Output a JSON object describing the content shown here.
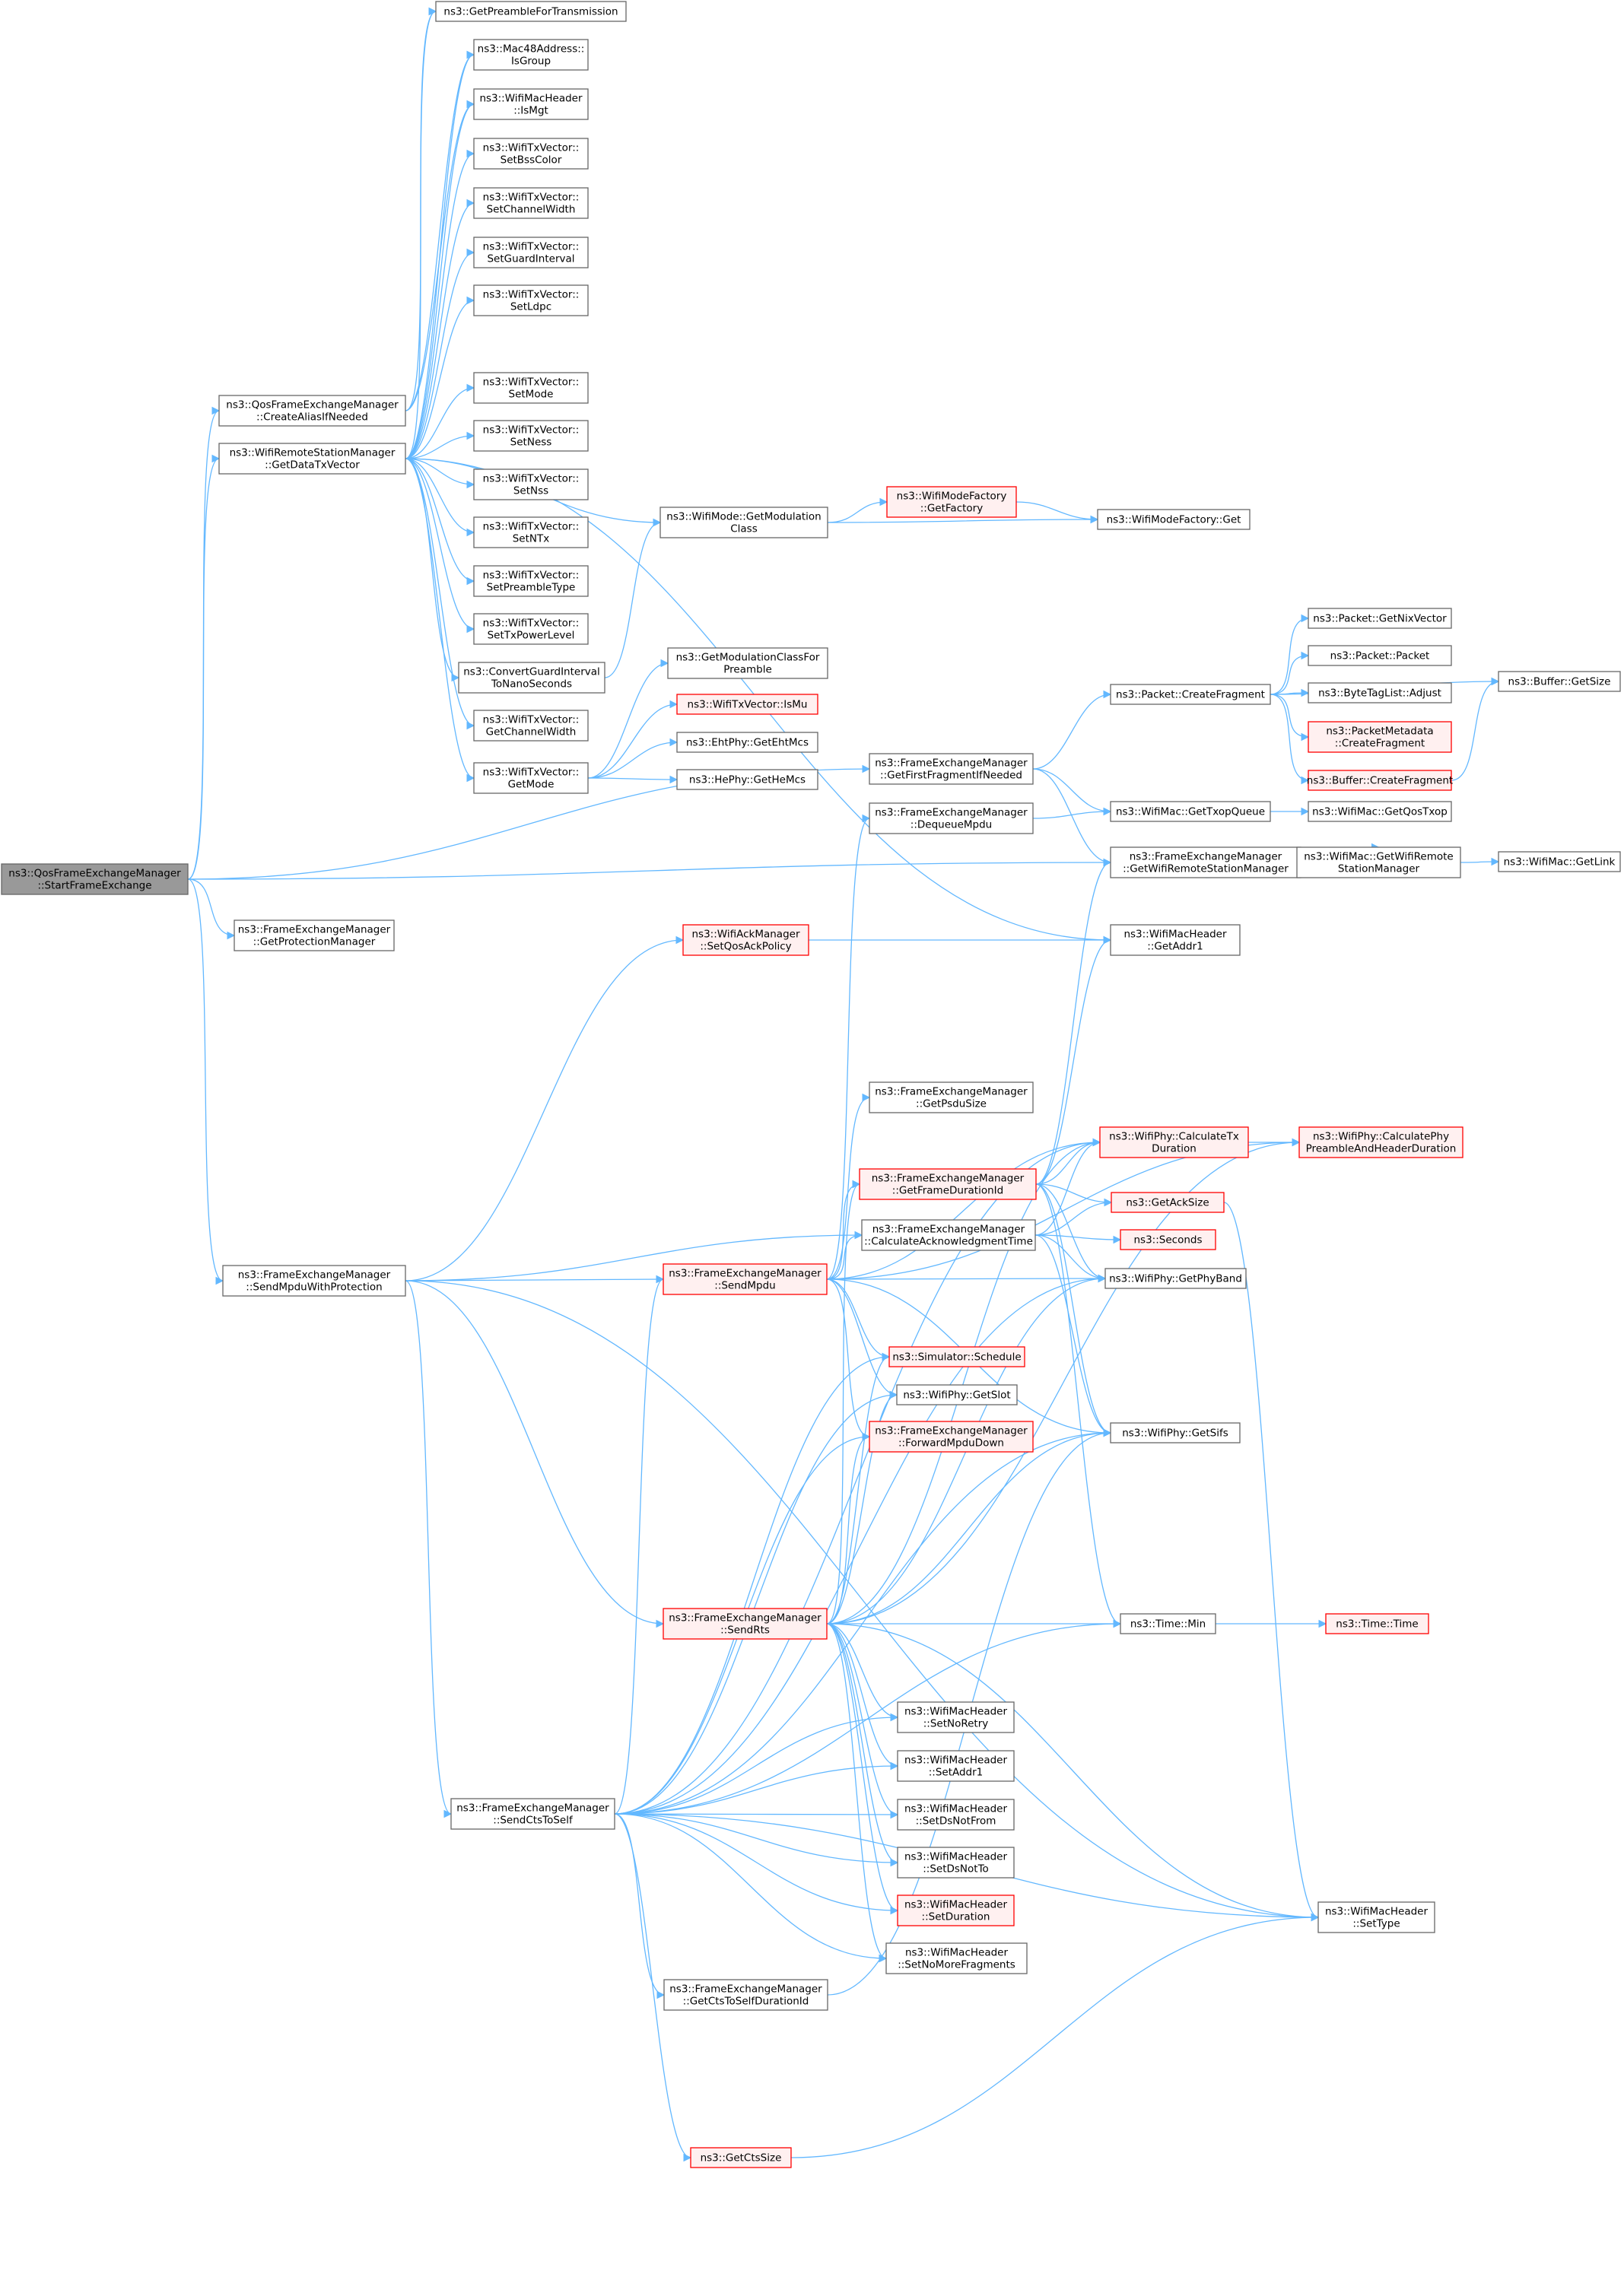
{
  "diagram": {
    "type": "call-graph",
    "colors": {
      "edge": "#63b8ff",
      "node_border": "#666666",
      "root_fill": "#999999",
      "truncated_border": "#ff0000",
      "background": "#ffffff"
    },
    "nodes": [
      {
        "id": "n0",
        "lines": [
          "ns3::QosFrameExchangeManager",
          "::StartFrameExchange"
        ],
        "root": true
      },
      {
        "id": "n1",
        "lines": [
          "ns3::QosFrameExchangeManager",
          "::CreateAliasIfNeeded"
        ]
      },
      {
        "id": "n2",
        "lines": [
          "ns3::WifiRemoteStationManager",
          "::GetDataTxVector"
        ]
      },
      {
        "id": "n3",
        "lines": [
          "ns3::FrameExchangeManager",
          "::GetFirstFragmentIfNeeded"
        ]
      },
      {
        "id": "n4",
        "lines": [
          "ns3::FrameExchangeManager",
          "::GetWifiRemoteStationManager"
        ]
      },
      {
        "id": "n5",
        "lines": [
          "ns3::FrameExchangeManager",
          "::GetProtectionManager"
        ]
      },
      {
        "id": "n6",
        "lines": [
          "ns3::FrameExchangeManager",
          "::SendMpduWithProtection"
        ]
      },
      {
        "id": "n7",
        "lines": [
          "ns3::GetPreambleForTransmission"
        ]
      },
      {
        "id": "n8",
        "lines": [
          "ns3::Mac48Address::",
          "IsGroup"
        ]
      },
      {
        "id": "n9",
        "lines": [
          "ns3::WifiMacHeader",
          "::IsMgt"
        ]
      },
      {
        "id": "n10",
        "lines": [
          "ns3::WifiTxVector::",
          "SetBssColor"
        ]
      },
      {
        "id": "n11",
        "lines": [
          "ns3::WifiTxVector::",
          "SetChannelWidth"
        ]
      },
      {
        "id": "n12",
        "lines": [
          "ns3::WifiTxVector::",
          "SetGuardInterval"
        ]
      },
      {
        "id": "n13",
        "lines": [
          "ns3::WifiTxVector::",
          "SetLdpc"
        ]
      },
      {
        "id": "n14",
        "lines": [
          "ns3::WifiTxVector::",
          "SetMode"
        ]
      },
      {
        "id": "n15",
        "lines": [
          "ns3::WifiTxVector::",
          "SetNess"
        ]
      },
      {
        "id": "n16",
        "lines": [
          "ns3::WifiTxVector::",
          "SetNss"
        ]
      },
      {
        "id": "n17",
        "lines": [
          "ns3::WifiTxVector::",
          "SetNTx"
        ]
      },
      {
        "id": "n18",
        "lines": [
          "ns3::WifiTxVector::",
          "SetPreambleType"
        ]
      },
      {
        "id": "n19",
        "lines": [
          "ns3::WifiTxVector::",
          "SetTxPowerLevel"
        ]
      },
      {
        "id": "n20",
        "lines": [
          "ns3::ConvertGuardInterval",
          "ToNanoSeconds"
        ]
      },
      {
        "id": "n21",
        "lines": [
          "ns3::WifiTxVector::",
          "GetChannelWidth"
        ]
      },
      {
        "id": "n22",
        "lines": [
          "ns3::WifiTxVector::",
          "GetMode"
        ]
      },
      {
        "id": "n23",
        "lines": [
          "ns3::WifiMode::GetModulation",
          "Class"
        ]
      },
      {
        "id": "n24",
        "lines": [
          "ns3::WifiModeFactory",
          "::GetFactory"
        ],
        "truncated": true
      },
      {
        "id": "n25",
        "lines": [
          "ns3::WifiModeFactory::Get"
        ]
      },
      {
        "id": "n26",
        "lines": [
          "ns3::GetModulationClassFor",
          "Preamble"
        ]
      },
      {
        "id": "n27",
        "lines": [
          "ns3::WifiTxVector::IsMu"
        ],
        "truncated": true
      },
      {
        "id": "n28",
        "lines": [
          "ns3::EhtPhy::GetEhtMcs"
        ]
      },
      {
        "id": "n29",
        "lines": [
          "ns3::HePhy::GetHeMcs"
        ]
      },
      {
        "id": "n30",
        "lines": [
          "ns3::Packet::CreateFragment"
        ]
      },
      {
        "id": "n31",
        "lines": [
          "ns3::Packet::GetNixVector"
        ]
      },
      {
        "id": "n32",
        "lines": [
          "ns3::Packet::Packet"
        ]
      },
      {
        "id": "n33",
        "lines": [
          "ns3::ByteTagList::Adjust"
        ]
      },
      {
        "id": "n34",
        "lines": [
          "ns3::PacketMetadata",
          "::CreateFragment"
        ],
        "truncated": true
      },
      {
        "id": "n35",
        "lines": [
          "ns3::Buffer::CreateFragment"
        ],
        "truncated": true
      },
      {
        "id": "n36",
        "lines": [
          "ns3::Buffer::GetSize"
        ]
      },
      {
        "id": "n37",
        "lines": [
          "ns3::FrameExchangeManager",
          "::DequeueMpdu"
        ]
      },
      {
        "id": "n38",
        "lines": [
          "ns3::WifiMac::GetTxopQueue"
        ]
      },
      {
        "id": "n39",
        "lines": [
          "ns3::WifiMac::GetQosTxop"
        ]
      },
      {
        "id": "n40",
        "lines": [
          "ns3::WifiMac::GetWifiRemote",
          "StationManager"
        ]
      },
      {
        "id": "n41",
        "lines": [
          "ns3::WifiMac::GetLink"
        ]
      },
      {
        "id": "n42",
        "lines": [
          "ns3::WifiAckManager",
          "::SetQosAckPolicy"
        ],
        "truncated": true
      },
      {
        "id": "n43",
        "lines": [
          "ns3::WifiMacHeader",
          "::GetAddr1"
        ]
      },
      {
        "id": "n44",
        "lines": [
          "ns3::FrameExchangeManager",
          "::GetPsduSize"
        ]
      },
      {
        "id": "n45",
        "lines": [
          "ns3::WifiPhy::CalculateTx",
          "Duration"
        ],
        "truncated": true
      },
      {
        "id": "n46",
        "lines": [
          "ns3::WifiPhy::CalculatePhy",
          "PreambleAndHeaderDuration"
        ],
        "truncated": true
      },
      {
        "id": "n47",
        "lines": [
          "ns3::FrameExchangeManager",
          "::GetFrameDurationId"
        ],
        "truncated": true
      },
      {
        "id": "n48",
        "lines": [
          "ns3::GetAckSize"
        ],
        "truncated": true
      },
      {
        "id": "n49",
        "lines": [
          "ns3::FrameExchangeManager",
          "::CalculateAcknowledgmentTime"
        ]
      },
      {
        "id": "n50",
        "lines": [
          "ns3::Seconds"
        ],
        "truncated": true
      },
      {
        "id": "n51",
        "lines": [
          "ns3::FrameExchangeManager",
          "::SendMpdu"
        ],
        "truncated": true
      },
      {
        "id": "n52",
        "lines": [
          "ns3::WifiPhy::GetPhyBand"
        ]
      },
      {
        "id": "n53",
        "lines": [
          "ns3::Simulator::Schedule"
        ],
        "truncated": true
      },
      {
        "id": "n54",
        "lines": [
          "ns3::WifiPhy::GetSlot"
        ]
      },
      {
        "id": "n55",
        "lines": [
          "ns3::FrameExchangeManager",
          "::ForwardMpduDown"
        ],
        "truncated": true
      },
      {
        "id": "n56",
        "lines": [
          "ns3::WifiPhy::GetSifs"
        ]
      },
      {
        "id": "n57",
        "lines": [
          "ns3::FrameExchangeManager",
          "::SendRts"
        ],
        "truncated": true
      },
      {
        "id": "n58",
        "lines": [
          "ns3::Time::Min"
        ]
      },
      {
        "id": "n59",
        "lines": [
          "ns3::Time::Time"
        ],
        "truncated": true
      },
      {
        "id": "n60",
        "lines": [
          "ns3::WifiMacHeader",
          "::SetNoRetry"
        ]
      },
      {
        "id": "n61",
        "lines": [
          "ns3::WifiMacHeader",
          "::SetAddr1"
        ]
      },
      {
        "id": "n62",
        "lines": [
          "ns3::FrameExchangeManager",
          "::SendCtsToSelf"
        ]
      },
      {
        "id": "n63",
        "lines": [
          "ns3::WifiMacHeader",
          "::SetDsNotFrom"
        ]
      },
      {
        "id": "n64",
        "lines": [
          "ns3::WifiMacHeader",
          "::SetDsNotTo"
        ]
      },
      {
        "id": "n65",
        "lines": [
          "ns3::WifiMacHeader",
          "::SetDuration"
        ],
        "truncated": true
      },
      {
        "id": "n66",
        "lines": [
          "ns3::WifiMacHeader",
          "::SetType"
        ]
      },
      {
        "id": "n67",
        "lines": [
          "ns3::WifiMacHeader",
          "::SetNoMoreFragments"
        ]
      },
      {
        "id": "n68",
        "lines": [
          "ns3::FrameExchangeManager",
          "::GetCtsToSelfDurationId"
        ]
      },
      {
        "id": "n69",
        "lines": [
          "ns3::GetCtsSize"
        ],
        "truncated": true
      }
    ],
    "edges": [
      [
        "n0",
        "n1"
      ],
      [
        "n0",
        "n2"
      ],
      [
        "n0",
        "n3"
      ],
      [
        "n0",
        "n4"
      ],
      [
        "n0",
        "n5"
      ],
      [
        "n0",
        "n6"
      ],
      [
        "n1",
        "n7"
      ],
      [
        "n1",
        "n8"
      ],
      [
        "n1",
        "n9"
      ],
      [
        "n2",
        "n7"
      ],
      [
        "n2",
        "n8"
      ],
      [
        "n2",
        "n9"
      ],
      [
        "n2",
        "n10"
      ],
      [
        "n2",
        "n11"
      ],
      [
        "n2",
        "n12"
      ],
      [
        "n2",
        "n13"
      ],
      [
        "n2",
        "n14"
      ],
      [
        "n2",
        "n15"
      ],
      [
        "n2",
        "n16"
      ],
      [
        "n2",
        "n17"
      ],
      [
        "n2",
        "n18"
      ],
      [
        "n2",
        "n19"
      ],
      [
        "n2",
        "n20"
      ],
      [
        "n2",
        "n21"
      ],
      [
        "n2",
        "n22"
      ],
      [
        "n2",
        "n23"
      ],
      [
        "n2",
        "n43"
      ],
      [
        "n20",
        "n23"
      ],
      [
        "n22",
        "n26"
      ],
      [
        "n22",
        "n27"
      ],
      [
        "n22",
        "n28"
      ],
      [
        "n22",
        "n29"
      ],
      [
        "n23",
        "n24"
      ],
      [
        "n23",
        "n25"
      ],
      [
        "n24",
        "n25"
      ],
      [
        "n3",
        "n30"
      ],
      [
        "n3",
        "n38"
      ],
      [
        "n3",
        "n4"
      ],
      [
        "n30",
        "n31"
      ],
      [
        "n30",
        "n32"
      ],
      [
        "n30",
        "n33"
      ],
      [
        "n30",
        "n34"
      ],
      [
        "n30",
        "n35"
      ],
      [
        "n30",
        "n36"
      ],
      [
        "n35",
        "n36"
      ],
      [
        "n37",
        "n38"
      ],
      [
        "n38",
        "n39"
      ],
      [
        "n4",
        "n40"
      ],
      [
        "n40",
        "n41"
      ],
      [
        "n42",
        "n43"
      ],
      [
        "n6",
        "n42"
      ],
      [
        "n6",
        "n49"
      ],
      [
        "n6",
        "n51"
      ],
      [
        "n6",
        "n57"
      ],
      [
        "n6",
        "n62"
      ],
      [
        "n6",
        "n66"
      ],
      [
        "n51",
        "n37"
      ],
      [
        "n51",
        "n44"
      ],
      [
        "n51",
        "n45"
      ],
      [
        "n51",
        "n46"
      ],
      [
        "n51",
        "n47"
      ],
      [
        "n51",
        "n49"
      ],
      [
        "n51",
        "n52"
      ],
      [
        "n51",
        "n53"
      ],
      [
        "n51",
        "n54"
      ],
      [
        "n51",
        "n55"
      ],
      [
        "n51",
        "n56"
      ],
      [
        "n47",
        "n4"
      ],
      [
        "n47",
        "n43"
      ],
      [
        "n47",
        "n45"
      ],
      [
        "n47",
        "n48"
      ],
      [
        "n47",
        "n52"
      ],
      [
        "n47",
        "n56"
      ],
      [
        "n47",
        "n58"
      ],
      [
        "n49",
        "n45"
      ],
      [
        "n49",
        "n48"
      ],
      [
        "n49",
        "n50"
      ],
      [
        "n49",
        "n52"
      ],
      [
        "n49",
        "n56"
      ],
      [
        "n45",
        "n46"
      ],
      [
        "n48",
        "n66"
      ],
      [
        "n57",
        "n45"
      ],
      [
        "n57",
        "n46"
      ],
      [
        "n57",
        "n47"
      ],
      [
        "n57",
        "n52"
      ],
      [
        "n57",
        "n53"
      ],
      [
        "n57",
        "n54"
      ],
      [
        "n57",
        "n55"
      ],
      [
        "n57",
        "n56"
      ],
      [
        "n57",
        "n58"
      ],
      [
        "n57",
        "n60"
      ],
      [
        "n57",
        "n61"
      ],
      [
        "n57",
        "n63"
      ],
      [
        "n57",
        "n64"
      ],
      [
        "n57",
        "n65"
      ],
      [
        "n57",
        "n66"
      ],
      [
        "n57",
        "n67"
      ],
      [
        "n58",
        "n59"
      ],
      [
        "n62",
        "n45"
      ],
      [
        "n62",
        "n51"
      ],
      [
        "n62",
        "n52"
      ],
      [
        "n62",
        "n53"
      ],
      [
        "n62",
        "n54"
      ],
      [
        "n62",
        "n55"
      ],
      [
        "n62",
        "n56"
      ],
      [
        "n62",
        "n58"
      ],
      [
        "n62",
        "n60"
      ],
      [
        "n62",
        "n61"
      ],
      [
        "n62",
        "n63"
      ],
      [
        "n62",
        "n64"
      ],
      [
        "n62",
        "n65"
      ],
      [
        "n62",
        "n66"
      ],
      [
        "n62",
        "n67"
      ],
      [
        "n62",
        "n68"
      ],
      [
        "n62",
        "n69"
      ],
      [
        "n68",
        "n56"
      ],
      [
        "n69",
        "n66"
      ]
    ]
  }
}
